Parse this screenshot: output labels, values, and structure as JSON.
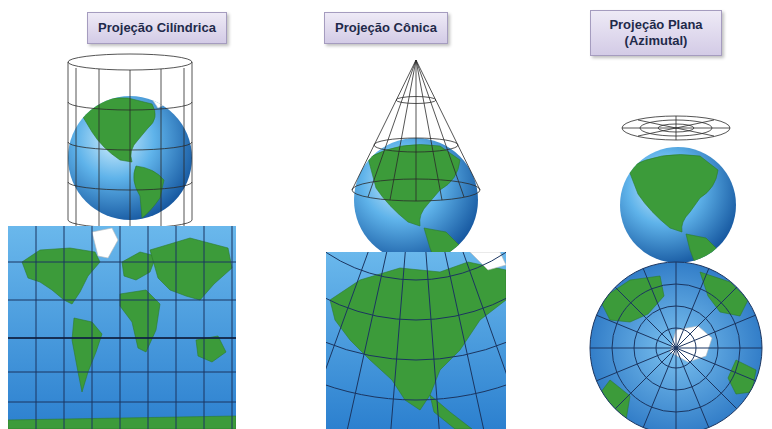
{
  "diagram": {
    "nodes": [
      {
        "text": [
          "Projeção Cilíndrica"
        ]
      },
      {
        "text": [
          "Projeção Cônica"
        ]
      },
      {
        "text": [
          "Projeção Plana (Azimutal)"
        ]
      }
    ]
  }
}
